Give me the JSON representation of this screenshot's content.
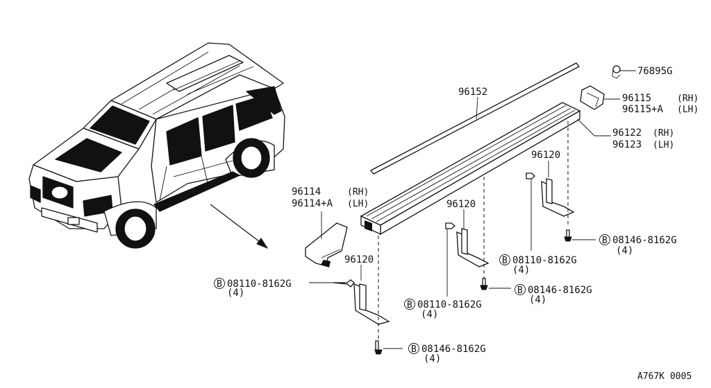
{
  "diagram": {
    "drawing_code": "A767K 0005",
    "labels": {
      "p76895g": "76895G",
      "p96152": "96152",
      "p96115": "96115",
      "p96115_rh": "(RH)",
      "p96115a": "96115+A",
      "p96115a_lh": "(LH)",
      "p96122": "96122",
      "p96122_rh": "(RH)",
      "p96123": "96123",
      "p96123_lh": "(LH)",
      "p96114": "96114",
      "p96114_rh": "(RH)",
      "p96114a": "96114+A",
      "p96114a_lh": "(LH)",
      "p96120_a": "96120",
      "p96120_b": "96120",
      "p96120_c": "96120",
      "bolt_b_symbol": "B",
      "b1_code": "08146-8162G",
      "b1_qty": "(4)",
      "b2_code": "08110-8162G",
      "b2_qty": "(4)",
      "b3_code": "08146-8162G",
      "b3_qty": "(4)",
      "b4_code": "08110-8162G",
      "b4_qty": "(4)",
      "b5_code": "08110-8162G",
      "b5_qty": "(4)",
      "b6_code": "08146-8162G",
      "b6_qty": "(4)"
    }
  }
}
